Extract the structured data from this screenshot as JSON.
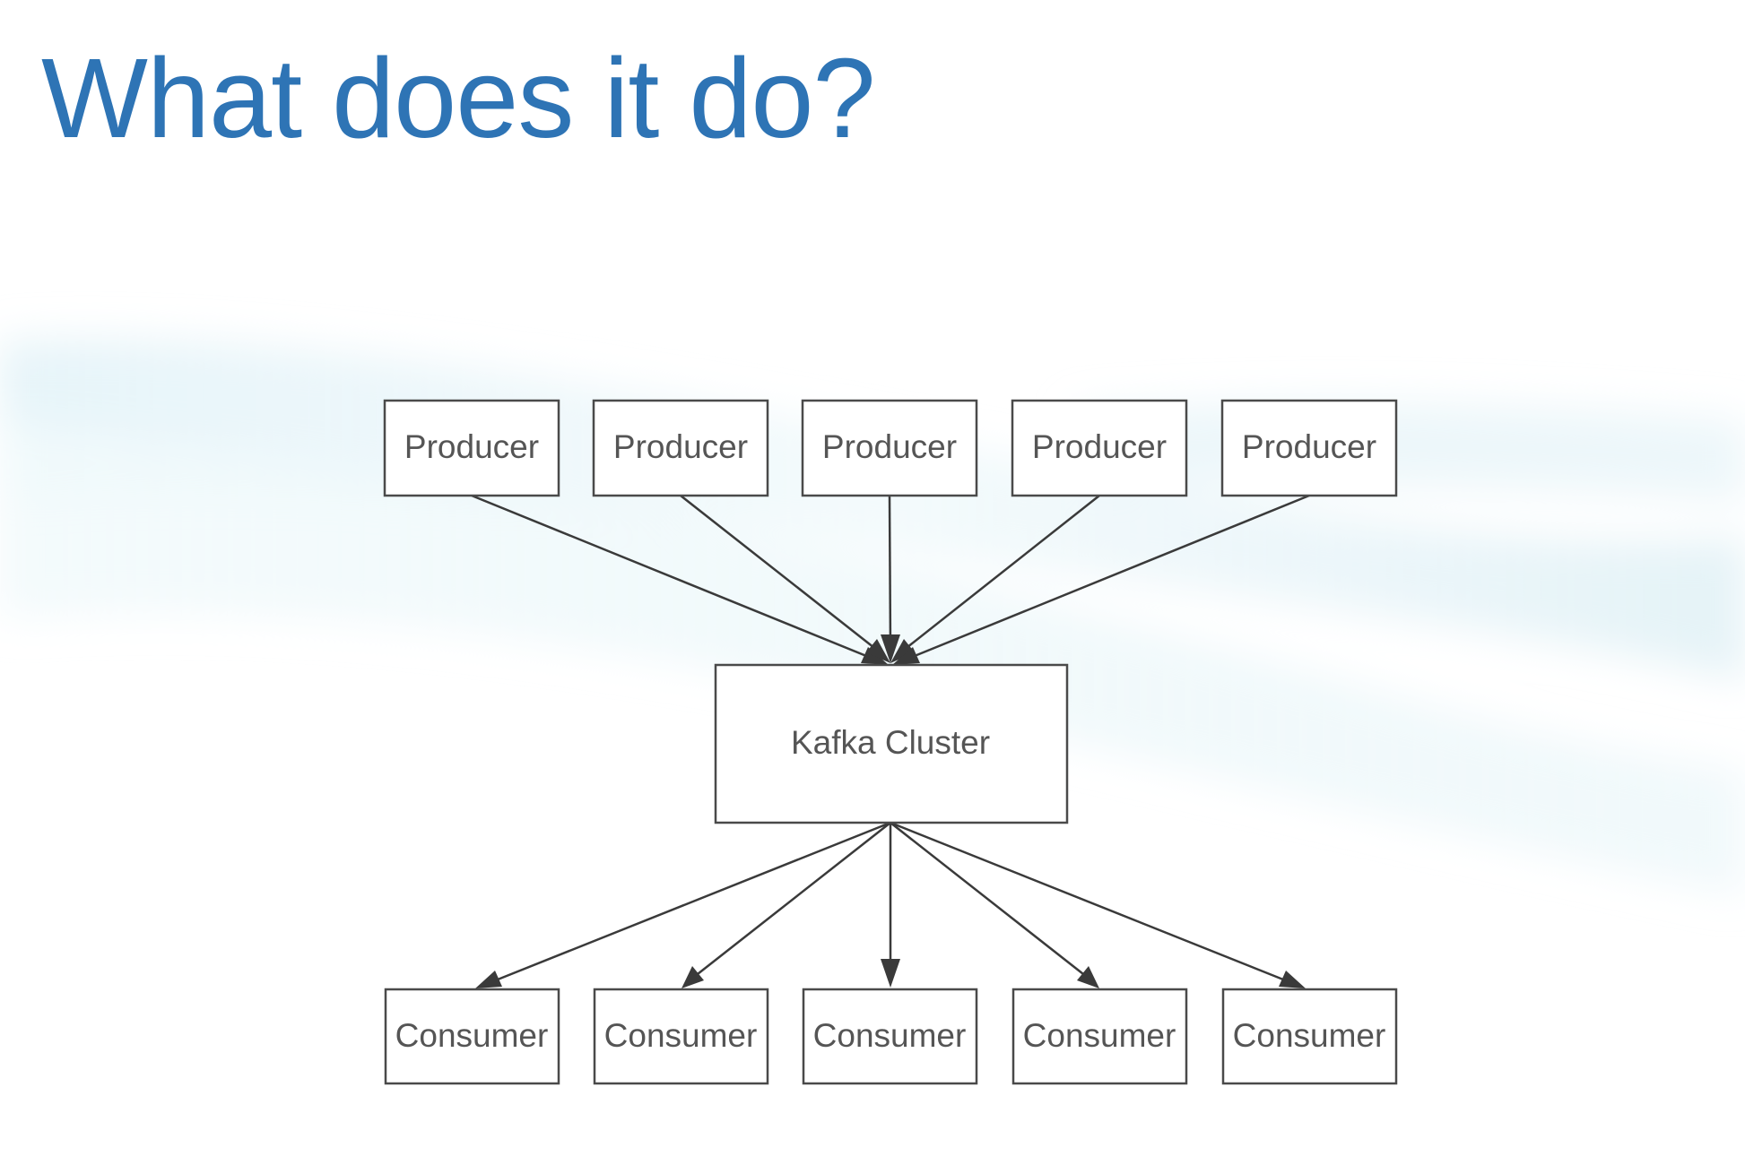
{
  "slide": {
    "title": "What does it do?",
    "title_color": "#2e74b5"
  },
  "diagram": {
    "producers": [
      {
        "id": "p1",
        "label": "Producer"
      },
      {
        "id": "p2",
        "label": "Producer"
      },
      {
        "id": "p3",
        "label": "Producer"
      },
      {
        "id": "p4",
        "label": "Producer"
      },
      {
        "id": "p5",
        "label": "Producer"
      }
    ],
    "cluster": {
      "id": "kc",
      "label": "Kafka Cluster"
    },
    "consumers": [
      {
        "id": "c1",
        "label": "Consumer"
      },
      {
        "id": "c2",
        "label": "Consumer"
      },
      {
        "id": "c3",
        "label": "Consumer"
      },
      {
        "id": "c4",
        "label": "Consumer"
      },
      {
        "id": "c5",
        "label": "Consumer"
      }
    ],
    "edges": [
      {
        "from": "p1",
        "to": "kc"
      },
      {
        "from": "p2",
        "to": "kc"
      },
      {
        "from": "p3",
        "to": "kc"
      },
      {
        "from": "p4",
        "to": "kc"
      },
      {
        "from": "p5",
        "to": "kc"
      },
      {
        "from": "kc",
        "to": "c1"
      },
      {
        "from": "kc",
        "to": "c2"
      },
      {
        "from": "kc",
        "to": "c3"
      },
      {
        "from": "kc",
        "to": "c4"
      },
      {
        "from": "kc",
        "to": "c5"
      }
    ]
  }
}
